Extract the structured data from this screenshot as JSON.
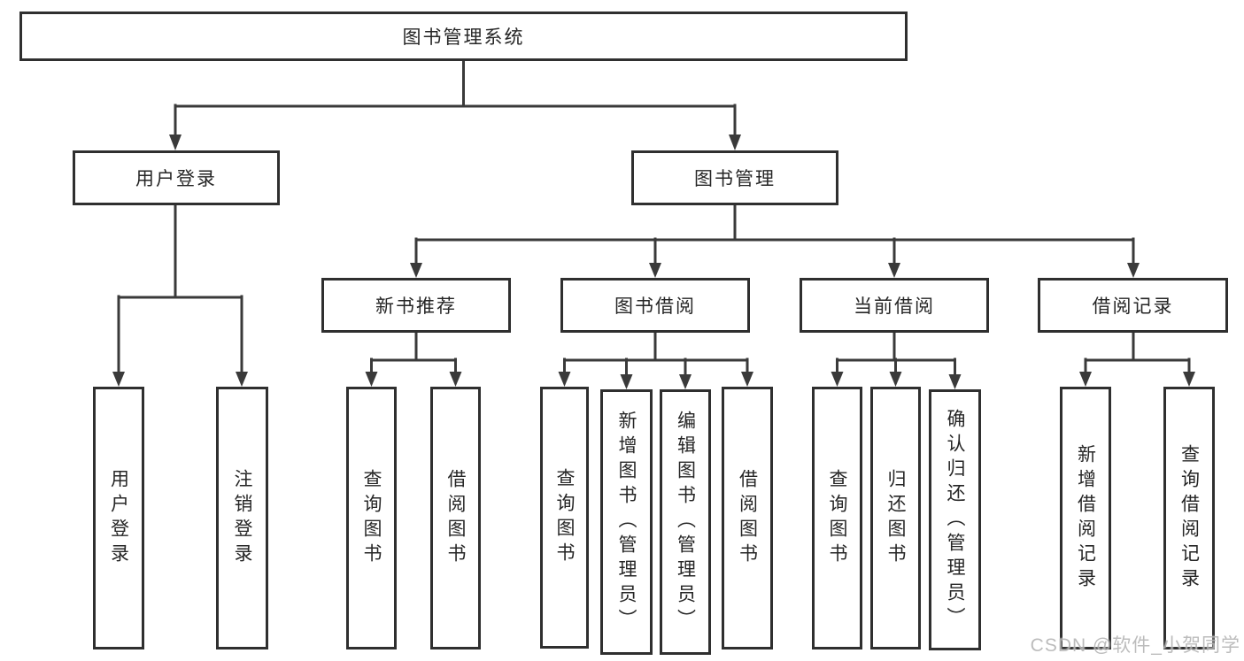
{
  "tree": {
    "label": "图书管理系统",
    "children": [
      {
        "label": "用户登录",
        "children": [
          {
            "label": "用户登录"
          },
          {
            "label": "注销登录"
          }
        ]
      },
      {
        "label": "图书管理",
        "children": [
          {
            "label": "新书推荐",
            "children": [
              {
                "label": "查询图书"
              },
              {
                "label": "借阅图书"
              }
            ]
          },
          {
            "label": "图书借阅",
            "children": [
              {
                "label": "查询图书"
              },
              {
                "label": "新增图书（管理员）"
              },
              {
                "label": "编辑图书（管理员）"
              },
              {
                "label": "借阅图书"
              }
            ]
          },
          {
            "label": "当前借阅",
            "children": [
              {
                "label": "查询图书"
              },
              {
                "label": "归还图书"
              },
              {
                "label": "确认归还（管理员）"
              }
            ]
          },
          {
            "label": "借阅记录",
            "children": [
              {
                "label": "新增借阅记录"
              },
              {
                "label": "查询借阅记录"
              }
            ]
          }
        ]
      }
    ]
  },
  "watermark": "CSDN @软件_小贺同学",
  "colors": {
    "line": "#3a3a3a",
    "box_border": "#2f2f2f",
    "text": "#262626",
    "background": "#ffffff",
    "watermark": "#b5b5b5"
  }
}
